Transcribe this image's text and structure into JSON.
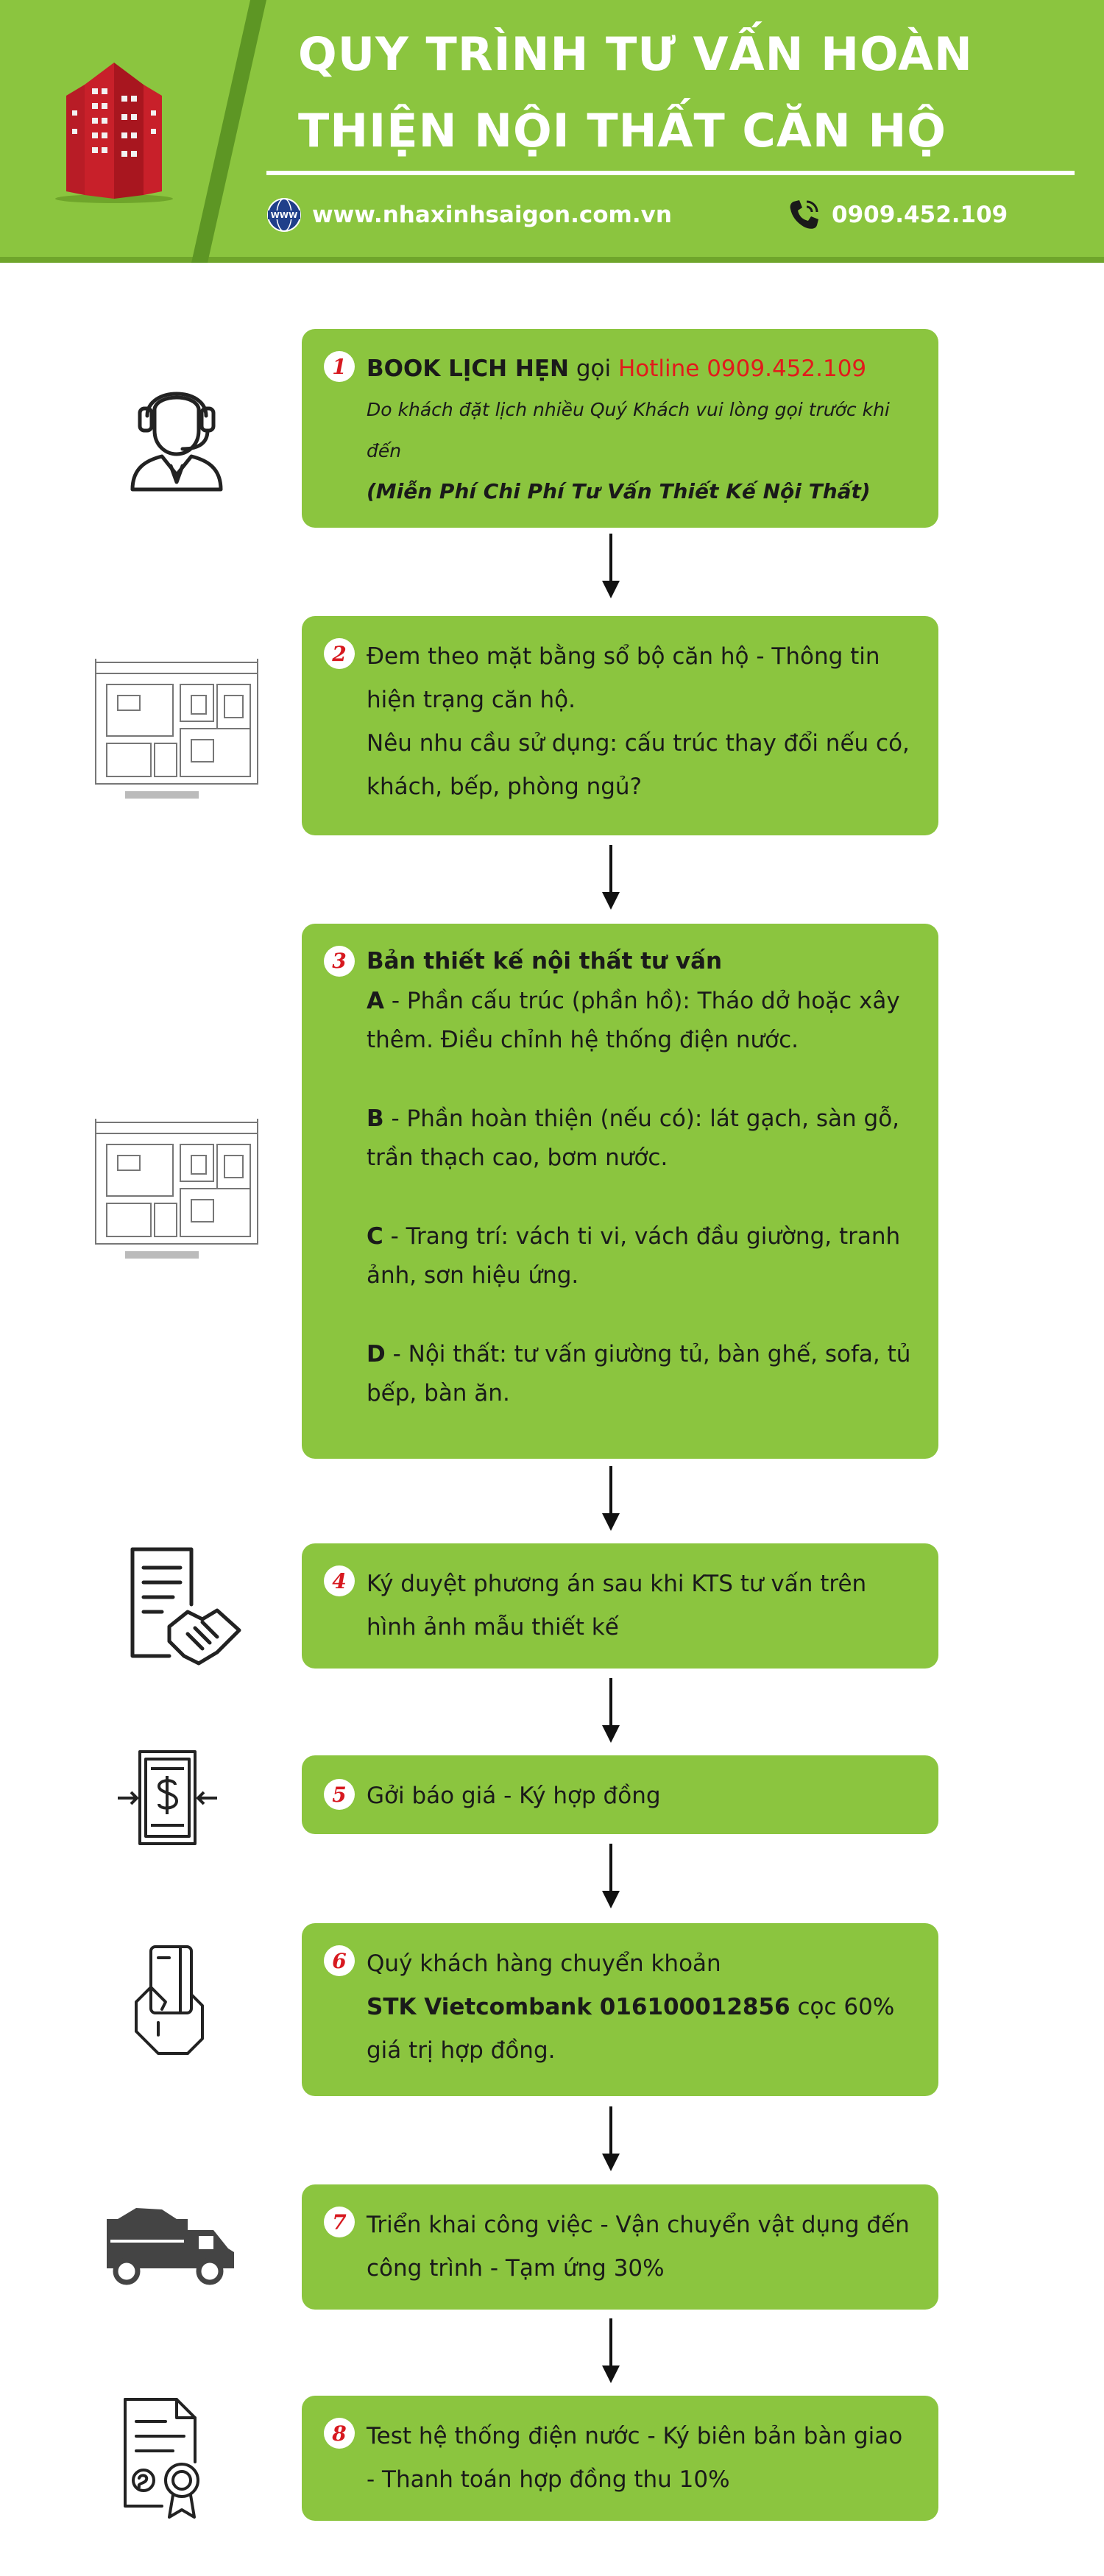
{
  "header": {
    "title_line1": "QUY TRÌNH TƯ VẤN HOÀN",
    "title_line2": "THIỆN NỘI THẤT CĂN HỘ",
    "website": "www.nhaxinhsaigon.com.vn",
    "phone": "0909.452.109",
    "web_icon_text": "WWW"
  },
  "steps": [
    {
      "num": "1",
      "title": "BOOK LỊCH HẸN",
      "call": " gọi ",
      "hotline": "Hotline 0909.452.109",
      "note": "Do khách đặt lịch nhiều Quý Khách vui lòng gọi trước khi đến",
      "free": "(Miễn Phí  Chi Phí Tư Vấn Thiết Kế Nội Thất)"
    },
    {
      "num": "2",
      "line1": "Đem theo mặt bằng sổ bộ căn hộ - Thông tin hiện trạng căn hộ.",
      "line2": "Nêu nhu cầu sử dụng: cấu trúc thay đổi nếu có, khách, bếp, phòng ngủ?"
    },
    {
      "num": "3",
      "title": "Bản thiết kế nội thất tư vấn",
      "items": [
        {
          "key": "A",
          "text": " - Phần cấu trúc (phần hồ): Tháo dở hoặc xây thêm. Điều chỉnh hệ thống điện nước."
        },
        {
          "key": "B",
          "text": " - Phần hoàn thiện (nếu có): lát gạch, sàn gỗ, trần thạch cao, bơm nước."
        },
        {
          "key": "C",
          "text": " - Trang trí: vách ti vi, vách đầu giường, tranh ảnh, sơn hiệu ứng."
        },
        {
          "key": "D",
          "text": " - Nội thất: tư vấn giường tủ, bàn ghế, sofa, tủ bếp, bàn ăn."
        }
      ]
    },
    {
      "num": "4",
      "text": "Ký duyệt phương án sau khi KTS tư vấn trên hình ảnh mẫu thiết kế"
    },
    {
      "num": "5",
      "text": "Gởi báo giá - Ký hợp đồng"
    },
    {
      "num": "6",
      "line1": "Quý khách hàng chuyển khoản",
      "bank": "STK Vietcombank 016100012856",
      "rest": " cọc 60% giá trị hợp đồng."
    },
    {
      "num": "7",
      "text": "Triển khai công việc - Vận chuyển vật dụng đến công trình - Tạm ứng 30%"
    },
    {
      "num": "8",
      "text": "Test hệ thống điện nước - Ký biên bản bàn giao - Thanh toán hợp đồng thu 10%"
    }
  ],
  "icons": {
    "step1": "headset-agent-icon",
    "step2": "floor-plan-icon",
    "step3": "floor-plan-icon",
    "step4": "contract-handshake-icon",
    "step5": "invoice-dollar-icon",
    "step6": "card-payment-icon",
    "step7": "truck-icon",
    "step8": "certificate-icon"
  },
  "colors": {
    "green": "#8bc53f",
    "dark_green": "#6fa52b",
    "red": "#e21b1b",
    "logo_red": "#c8202a"
  }
}
